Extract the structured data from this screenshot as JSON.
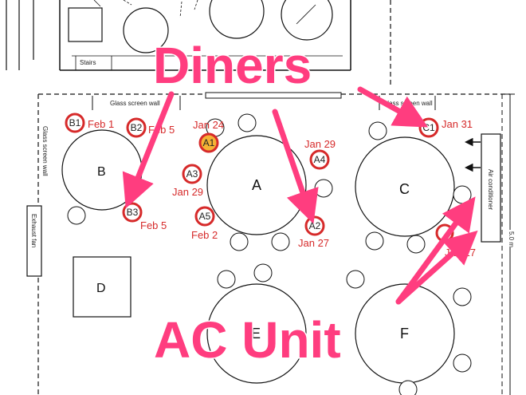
{
  "labels": {
    "stairs": "Stairs",
    "glass_wall_top": "Glass screen wall",
    "glass_wall_top_right": "Glass screen wall",
    "glass_wall_left": "Glass screen wall",
    "exhaust_fan": "Exhaust fan",
    "air_conditioner": "Air conditioner",
    "dimension": "5.0 m"
  },
  "tables": {
    "a": "A",
    "b": "B",
    "c": "C",
    "d": "D",
    "e": "E",
    "f": "F"
  },
  "diners": [
    {
      "id": "B1",
      "date": "Feb 1"
    },
    {
      "id": "B2",
      "date": "Feb 5"
    },
    {
      "id": "B3",
      "date": "Feb 5"
    },
    {
      "id": "A1",
      "date": "Jan 24",
      "highlight": true
    },
    {
      "id": "A2",
      "date": "Jan 27"
    },
    {
      "id": "A3",
      "date": "Jan 29"
    },
    {
      "id": "A4",
      "date": "Jan 29"
    },
    {
      "id": "A5",
      "date": "Feb 2"
    },
    {
      "id": "C1",
      "date": "Jan 31"
    },
    {
      "id": "",
      "date": "Jan 27"
    }
  ],
  "callouts": {
    "diners": "Diners",
    "ac_unit": "AC Unit"
  },
  "colors": {
    "callout": "#ff3d7f",
    "marker_ring": "#d62a2a",
    "marker_highlight": "#f5b335",
    "date_text": "#d62a2a"
  }
}
